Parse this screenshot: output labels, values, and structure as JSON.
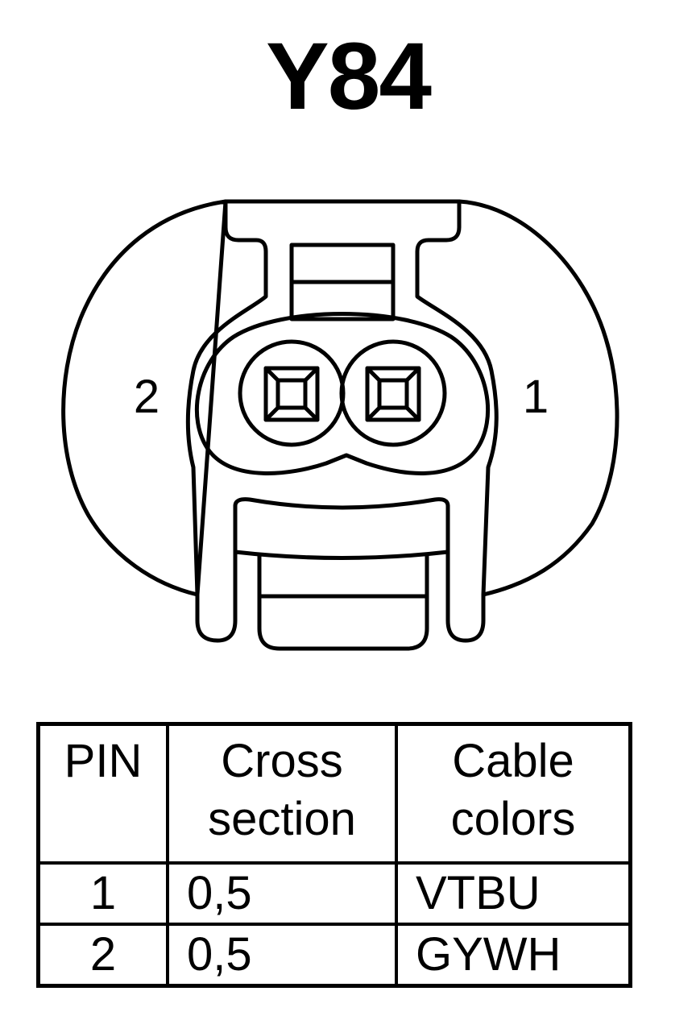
{
  "title": "Y84",
  "connector": {
    "pins": [
      {
        "number": "1"
      },
      {
        "number": "2"
      }
    ]
  },
  "table": {
    "headers": {
      "pin": "PIN",
      "cross_line1": "Cross",
      "cross_line2": "section",
      "color_line1": "Cable",
      "color_line2": "colors"
    },
    "rows": [
      {
        "pin": "1",
        "cross_section": "0,5",
        "cable_color": "VTBU"
      },
      {
        "pin": "2",
        "cross_section": "0,5",
        "cable_color": "GYWH"
      }
    ]
  }
}
